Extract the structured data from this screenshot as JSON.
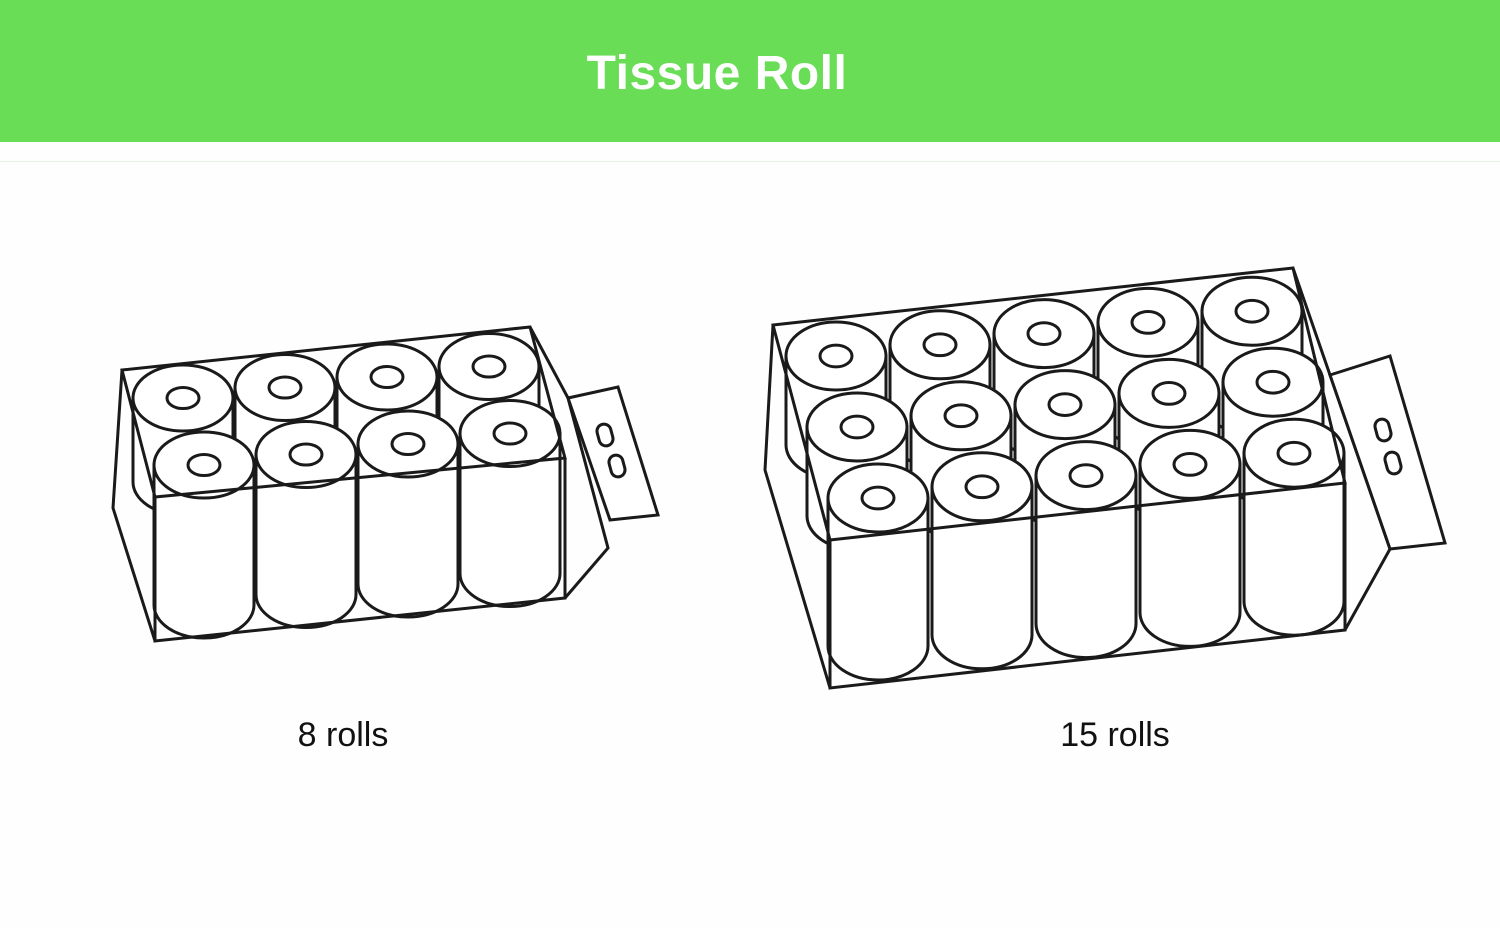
{
  "header": {
    "title": "Tissue Roll",
    "color": "#68dd55"
  },
  "packs": [
    {
      "label": "8 rolls",
      "roll_count": 8,
      "rows": 2,
      "per_row": 4
    },
    {
      "label": "15 rolls",
      "roll_count": 15,
      "rows": 3,
      "per_row": 5
    }
  ]
}
